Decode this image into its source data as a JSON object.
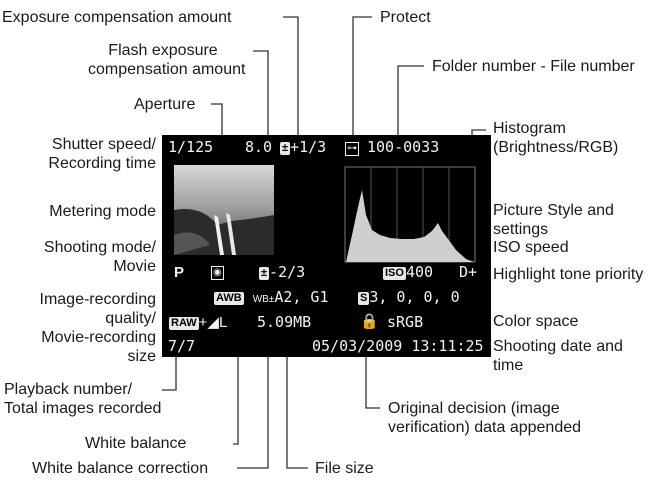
{
  "callouts": {
    "exposure_comp": "Exposure compensation amount",
    "protect": "Protect",
    "flash_exposure_comp": [
      "Flash exposure",
      "compensation amount"
    ],
    "folder_file_number": "Folder number - File number",
    "aperture": "Aperture",
    "histogram": [
      "Histogram",
      "(Brightness/RGB)"
    ],
    "shutter_speed": [
      "Shutter speed/",
      "Recording time"
    ],
    "metering_mode": "Metering mode",
    "picture_style": [
      "Picture Style and",
      "settings"
    ],
    "shooting_mode": [
      "Shooting mode/",
      "Movie"
    ],
    "iso_speed": "ISO speed",
    "highlight_tone": "Highlight tone priority",
    "image_quality": [
      "Image-recording",
      "quality/",
      "Movie-recording",
      "size"
    ],
    "color_space": "Color space",
    "shooting_date": [
      "Shooting date and",
      "time"
    ],
    "playback_number": [
      "Playback number/",
      "Total images recorded"
    ],
    "original_decision": [
      "Original decision (image",
      "verification) data appended"
    ],
    "white_balance": "White balance",
    "wb_correction": "White balance correction",
    "file_size": "File size"
  },
  "screen": {
    "shutter": "1/125",
    "aperture": "8.0",
    "exp_comp_icon": "±",
    "exp_comp": "+1/3",
    "protect_icon": "key-icon",
    "folder_file": "100-0033",
    "mode": "P",
    "metering_icon": "◉",
    "flash_comp_icon": "±",
    "flash_comp": "-2/3",
    "iso_icon": "ISO",
    "iso": "400",
    "highlight": "D+",
    "wb_icon": "AWB",
    "wb_shift_icon": "WB±",
    "wb_shift": "A2, G1",
    "picture_style_icon": "S",
    "picture_style": "3, 0, 0, 0",
    "quality_icon": "RAW",
    "quality_jpeg": "+◢L",
    "file_size": "5.09MB",
    "color_space": "sRGB",
    "playback": "7/7",
    "datetime": "05/03/2009 13:11:25"
  },
  "colors": {
    "screen_bg": "#000000",
    "leader": "#333333",
    "histogram_fill": "#cfcfcf"
  }
}
